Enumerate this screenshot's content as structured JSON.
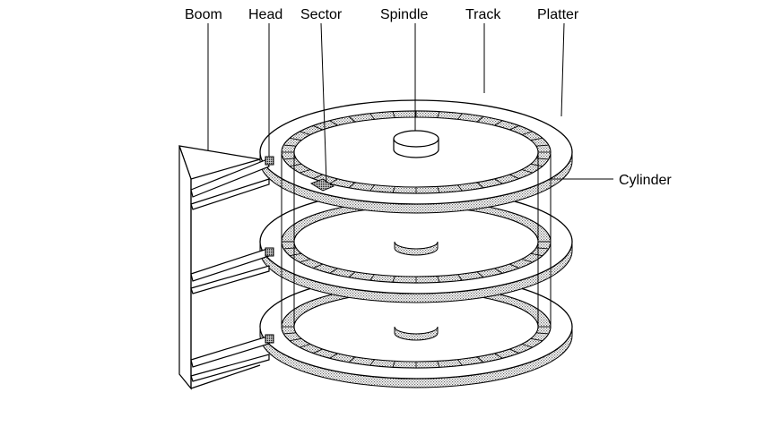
{
  "labels": {
    "boom": "Boom",
    "head": "Head",
    "sector": "Sector",
    "spindle": "Spindle",
    "track": "Track",
    "platter": "Platter",
    "cylinder": "Cylinder"
  },
  "platter_count": 3,
  "colors": {
    "line": "#000000",
    "platter_face": "#ffffff",
    "dotted_fill": "#b8b8b8",
    "highlighted_sector": "#7a7a7a"
  }
}
